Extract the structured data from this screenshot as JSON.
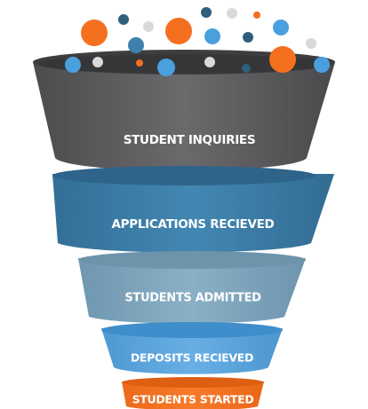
{
  "colors": {
    "gray": "#5e5e60",
    "gray_dark": "#3c3c3e",
    "blue_dark": "#3a7397",
    "blue": "#3e81ac",
    "blue_gray": "#7fa6be",
    "light_blue": "#5ba4dd",
    "orange": "#f4701f",
    "white": "#ffffff"
  },
  "funnel": {
    "stages": [
      {
        "label": "STUDENT INQUIRIES",
        "color_key": "gray"
      },
      {
        "label": "APPLICATIONS RECIEVED",
        "color_key": "blue"
      },
      {
        "label": "STUDENTS ADMITTED",
        "color_key": "blue_gray"
      },
      {
        "label": "DEPOSITS RECIEVED",
        "color_key": "light_blue"
      },
      {
        "label": "STUDENTS STARTED",
        "color_key": "orange"
      }
    ]
  }
}
